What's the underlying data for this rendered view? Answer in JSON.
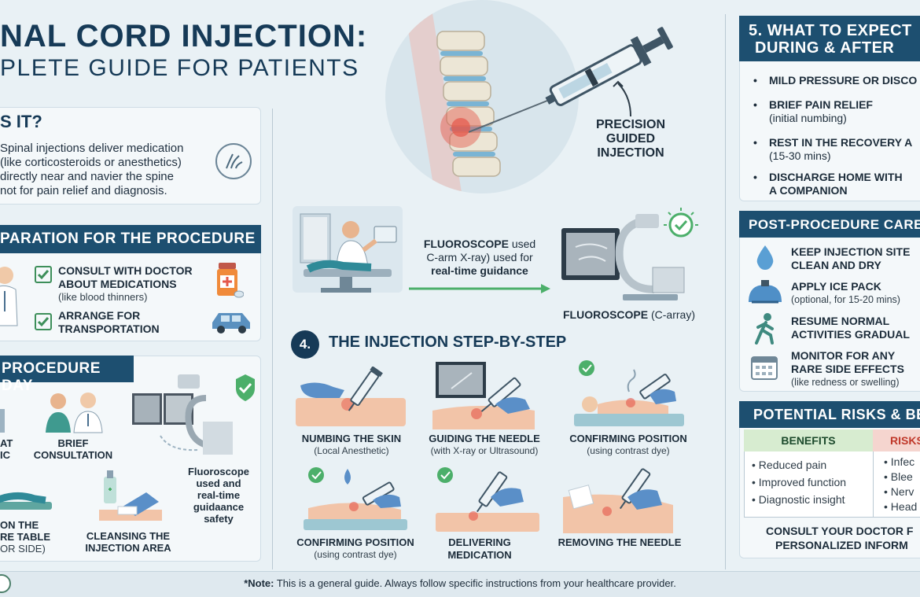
{
  "title": {
    "line1": "NAL CORD INJECTION:",
    "line2": "PLETE GUIDE FOR PATIENTS"
  },
  "what": {
    "header": "S IT?",
    "line1": "Spinal injections deliver medication",
    "line2": "(like corticosteroids or anesthetics)",
    "line3": "directly near and navier the spine",
    "line4": "not for pain relief and diagnosis."
  },
  "prep": {
    "header": "PARATION FOR THE PROCEDURE",
    "item1_title1": "CONSULT WITH DOCTOR",
    "item1_title2": "ABOUT MEDICATIONS",
    "item1_sub": "(like blood thinners)",
    "item2_title1": "ARRANGE FOR",
    "item2_title2": "TRANSPORTATION"
  },
  "day": {
    "header": "PROCEDURE DAY",
    "a1": "AT",
    "a2": "IC",
    "consult1": "BRIEF",
    "consult2": "CONSULTATION",
    "fl1": "Fluoroscope",
    "fl2": "used and",
    "fl3": "real-time",
    "fl4": "guidaance",
    "fl5": "safety",
    "table1": "ON THE",
    "table2": "RE TABLE",
    "table3": "OR SIDE)",
    "cleanse1": "CLEANSING THE",
    "cleanse2": "INJECTION AREA"
  },
  "hero": {
    "label1": "PRECISION",
    "label2": "GUIDED",
    "label3": "INJECTION"
  },
  "fluoro": {
    "t1a": "FLUOROSCOPE",
    "t1b": " used",
    "t2": "C-arm X-ray) used for",
    "t3": "real-time guidance",
    "caption_b": "FLUOROSCOPE",
    "caption_s": " (C-array)"
  },
  "steps": {
    "number": "4.",
    "header": "THE INJECTION STEP-BY-STEP",
    "s1_t": "NUMBING THE SKIN",
    "s1_s": "(Local Anesthetic)",
    "s2_t": "GUIDING THE NEEDLE",
    "s2_s": "(with X-ray or Ultrasound)",
    "s3_t": "CONFIRMING POSITION",
    "s3_s": "(using contrast dye)",
    "s4_t": "CONFIRMING POSITION",
    "s4_s": "(using contrast dye)",
    "s5_t1": "DELIVERING",
    "s5_t2": "MEDICATION",
    "s6_t": "REMOVING THE NEEDLE"
  },
  "expect": {
    "header1": "5. WHAT TO EXPECT",
    "header2": "DURING & AFTER",
    "i1": "MILD PRESSURE OR DISCO",
    "i2a": "BRIEF PAIN RELIEF",
    "i2b": "(initial numbing)",
    "i3a": "REST IN THE RECOVERY A",
    "i3b": "(15-30 mins)",
    "i4a": "DISCHARGE HOME WITH",
    "i4b": "A COMPANION"
  },
  "post": {
    "header": "POST-PROCEDURE CARE A",
    "p1a": "KEEP INJECTION SITE",
    "p1b": "CLEAN AND DRY",
    "p2a": "APPLY ICE PACK",
    "p2b": "(optional, for 15-20 mins)",
    "p3a": "RESUME NORMAL",
    "p3b": "ACTIVITIES GRADUAL",
    "p4a": "MONITOR FOR ANY",
    "p4b": "RARE SIDE EFFECTS",
    "p4c": "(like redness or swelling)"
  },
  "risks": {
    "header": "POTENTIAL RISKS & BE",
    "benefits_h": "BENEFITS",
    "risks_h": "RISKS",
    "b1": "• Reduced pain",
    "b2": "• Improved function",
    "b3": "• Diagnostic insight",
    "r1": "• Infec",
    "r2": "• Blee",
    "r3": "• Nerv",
    "r4": "• Head",
    "consult1": "CONSULT YOUR DOCTOR F",
    "consult2": "PERSONALIZED INFORM"
  },
  "footer": {
    "note_b": "*Note:",
    "note_s": " This is a general guide. Always follow specific instructions from your healthcare provider."
  },
  "colors": {
    "navy": "#1d4f70",
    "green": "#4caf6a",
    "red": "#e5574a",
    "skin": "#f2c4a8",
    "glove": "#5a8fc8"
  }
}
